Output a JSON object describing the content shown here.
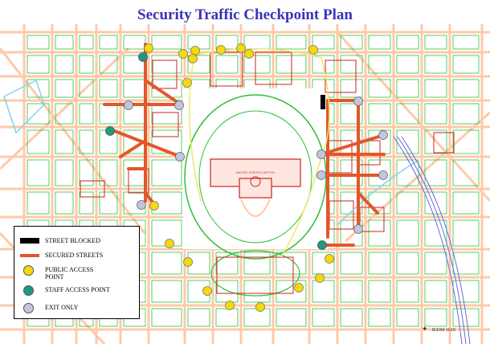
{
  "title": "Security Traffic Checkpoint Plan",
  "date_stamp": "8/2/04 1610",
  "map_labels": {
    "capitol": "UNITED STATES CAPITOL"
  },
  "legend": {
    "street_blocked": "STREET BLOCKED",
    "secured_streets": "SECURED STREETS",
    "public_access_point": "PUBLIC ACCESS\nPOINT",
    "staff_access_point": "STAFF ACCESS POINT",
    "exit_only": "EXIT ONLY"
  },
  "colors": {
    "background": "#ffffff",
    "roads": "#ffc9a8",
    "lawns": "#2fbf3a",
    "buildings": "#cc2222",
    "water": "#7fd4ee",
    "secured_street": "#e2572b",
    "street_blocked": "#000000",
    "public_access": "#f5d90a",
    "staff_access": "#1e9a7e",
    "exit_only": "#c3c5de",
    "title": "#3a33b8",
    "rail": "#6a6ad8"
  },
  "icons": {
    "north_arrow": "north-arrow-icon"
  }
}
